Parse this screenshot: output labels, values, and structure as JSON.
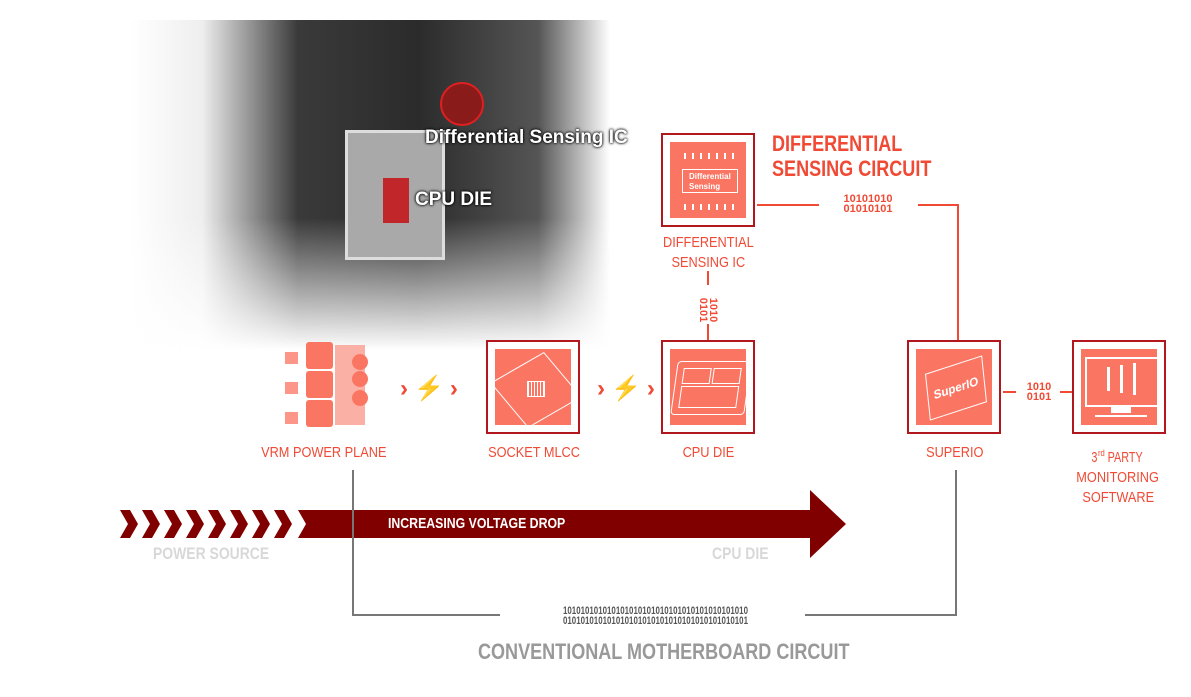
{
  "photo": {
    "callout_ic": "Differential Sensing IC",
    "callout_die": "CPU DIE"
  },
  "differential_circuit": {
    "title_line1": "DIFFERENTIAL",
    "title_line2": "SENSING CIRCUIT",
    "ic_chip_text_line1": "Differential",
    "ic_chip_text_line2": "Sensing",
    "ic_label_line1": "DIFFERENTIAL",
    "ic_label_line2": "SENSING IC",
    "binary_ic_to_superio_1": "10101010",
    "binary_ic_to_superio_2": "01010101",
    "binary_die_to_ic_1": "1010",
    "binary_die_to_ic_2": "0101"
  },
  "components": {
    "vrm": "VRM POWER PLANE",
    "socket": "SOCKET MLCC",
    "cpu_die": "CPU DIE",
    "superio": "SUPERIO",
    "superio_chip_text": "SuperIO",
    "software_line1_num": "3",
    "software_line1_sup": "rd",
    "software_line1_rest": " PARTY",
    "software_line2": "MONITORING",
    "software_line3": "SOFTWARE",
    "binary_superio_to_sw_1": "1010",
    "binary_superio_to_sw_2": "0101"
  },
  "voltage_arrow": {
    "label": "INCREASING VOLTAGE DROP",
    "start": "POWER SOURCE",
    "end": "CPU DIE"
  },
  "conventional": {
    "binary_1": "101010101010101010101010101010101010101010",
    "binary_2": "010101010101010101010101010101010101010101",
    "title": "CONVENTIONAL MOTHERBOARD CIRCUIT"
  },
  "colors": {
    "accent": "#f04a35",
    "box_fill": "#fb7563",
    "arrow": "#800000",
    "gray": "#999999"
  }
}
